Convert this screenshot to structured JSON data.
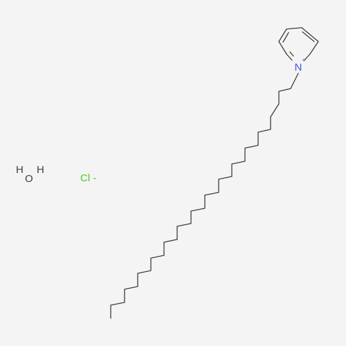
{
  "molecule": {
    "colors": {
      "bond": "#3c3c3c",
      "nitrogen": "#3b56e8",
      "chlorine": "#4ccc1a",
      "water": "#3c3c3c",
      "background": "#f4f4f4"
    },
    "labels": {
      "nitrogen": "N",
      "nitrogen_charge": "+",
      "chloride": "Cl -",
      "water_h1": "H",
      "water_o": "O",
      "water_h2": "H"
    }
  }
}
